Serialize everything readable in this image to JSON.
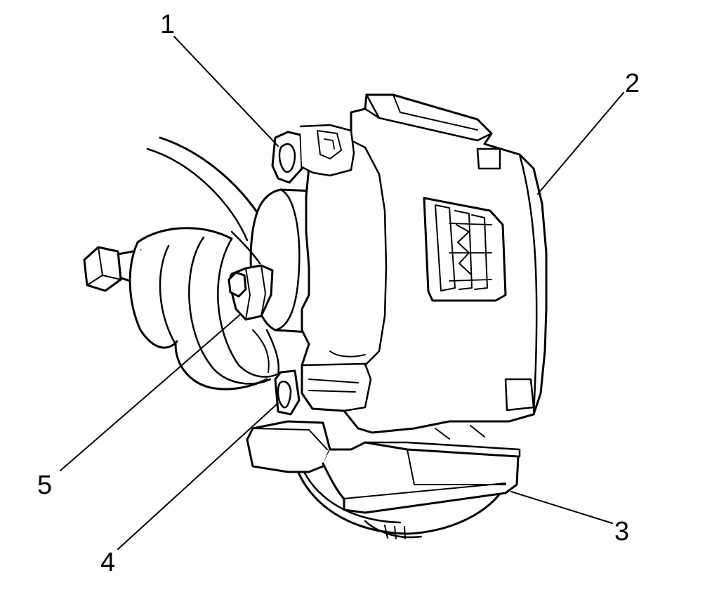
{
  "callouts": {
    "c1": "1",
    "c2": "2",
    "c3": "3",
    "c4": "4",
    "c5": "5"
  },
  "colors": {
    "line": "#000000",
    "fill": "#ffffff"
  }
}
